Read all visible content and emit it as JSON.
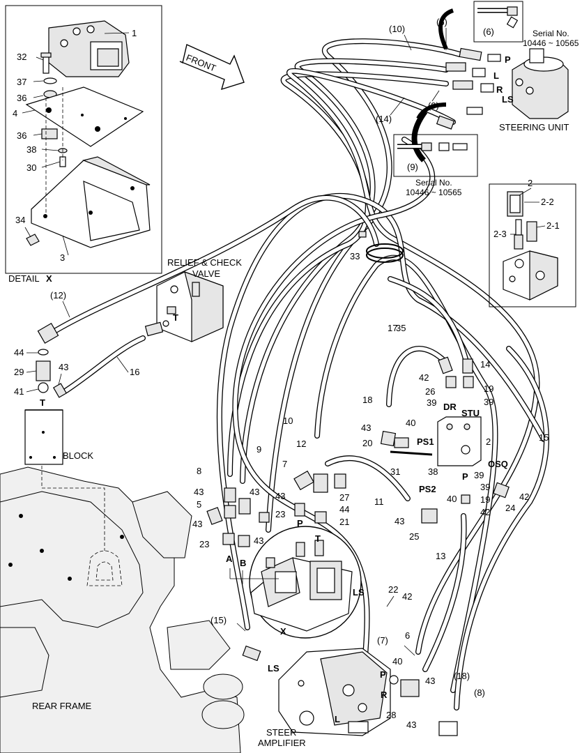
{
  "frame_labels": {
    "detail_x": "DETAIL",
    "detail_x_letter": "X",
    "front": "FRONT",
    "relief_check_valve_line1": "RELIEF & CHECK",
    "relief_check_valve_line2": "VALVE",
    "block": "BLOCK",
    "rear_frame": "REAR FRAME",
    "steering_unit": "STEERING UNIT",
    "steer_amplifier_line1": "STEER",
    "steer_amplifier_line2": "AMPLIFIER",
    "serial_top_line1": "Serial No.",
    "serial_top_line2": "10446 ~ 10565",
    "serial_mid_line1": "Serial No.",
    "serial_mid_line2": "10446 ~ 10565",
    "x_marker": "X"
  },
  "detail_x_callouts": [
    "1",
    "32",
    "37",
    "36",
    "4",
    "36",
    "38",
    "30",
    "34",
    "3"
  ],
  "inset2_callouts": [
    "2",
    "2-2",
    "2-3",
    "2-1"
  ],
  "inset_top_callout": "(6)",
  "inset_mid_callout": "(9)",
  "steering_ports": [
    "P",
    "L",
    "R",
    "LS"
  ],
  "hose_callouts_top": [
    "(10)",
    "(6)",
    "(9)",
    "(14)"
  ],
  "callouts_left": [
    "(12)",
    "44",
    "29",
    "43",
    "41",
    "16",
    "T"
  ],
  "callouts_center": [
    "35",
    "33",
    "17",
    "14",
    "42",
    "26",
    "19",
    "39",
    "39",
    "18",
    "DR",
    "STU",
    "43",
    "40",
    "20",
    "12",
    "PS1",
    "2",
    "10",
    "9",
    "8",
    "7",
    "15",
    "OSQ",
    "31",
    "38",
    "P",
    "39",
    "39",
    "42",
    "24",
    "27",
    "43",
    "44",
    "21",
    "23",
    "11",
    "PS2",
    "40",
    "19",
    "42",
    "43",
    "25",
    "13"
  ],
  "callouts_valve": [
    "43",
    "5",
    "43",
    "43",
    "43",
    "23",
    "A",
    "B",
    "P",
    "T",
    "LS"
  ],
  "callouts_bottom": [
    "(15)",
    "22",
    "42",
    "(7)",
    "6",
    "LS",
    "P",
    "40",
    "43",
    "(18)",
    "R",
    "28",
    "(8)",
    "43",
    "L"
  ]
}
